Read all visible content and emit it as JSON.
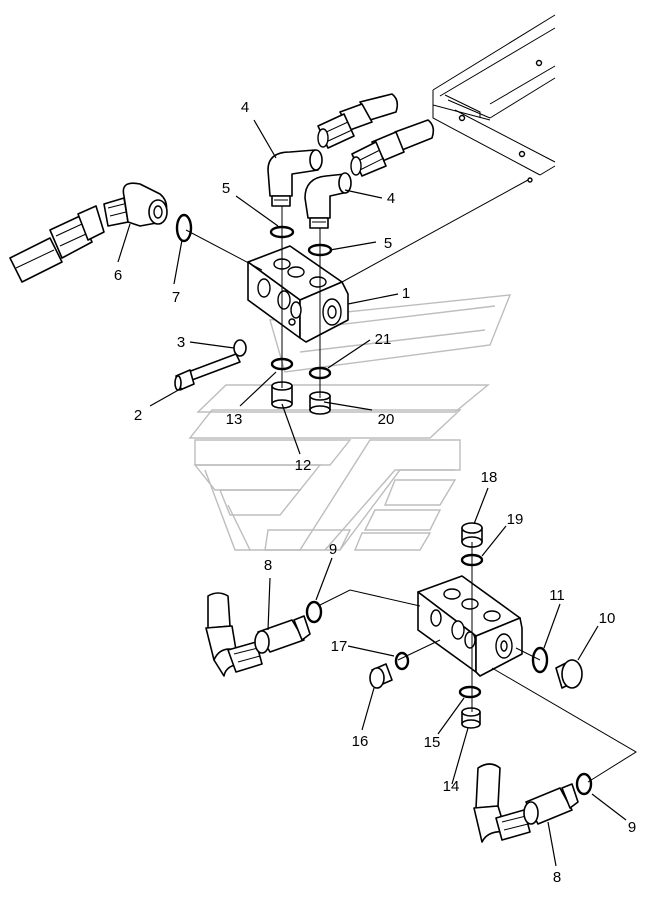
{
  "callouts": [
    {
      "id": "c4a",
      "text": "4"
    },
    {
      "id": "c4b",
      "text": "4"
    },
    {
      "id": "c5a",
      "text": "5"
    },
    {
      "id": "c5b",
      "text": "5"
    },
    {
      "id": "c6",
      "text": "6"
    },
    {
      "id": "c7",
      "text": "7"
    },
    {
      "id": "c1",
      "text": "1"
    },
    {
      "id": "c3",
      "text": "3"
    },
    {
      "id": "c21",
      "text": "21"
    },
    {
      "id": "c2",
      "text": "2"
    },
    {
      "id": "c13",
      "text": "13"
    },
    {
      "id": "c20",
      "text": "20"
    },
    {
      "id": "c12",
      "text": "12"
    },
    {
      "id": "c18",
      "text": "18"
    },
    {
      "id": "c19",
      "text": "19"
    },
    {
      "id": "c9a",
      "text": "9"
    },
    {
      "id": "c8a",
      "text": "8"
    },
    {
      "id": "c11",
      "text": "11"
    },
    {
      "id": "c10",
      "text": "10"
    },
    {
      "id": "c17",
      "text": "17"
    },
    {
      "id": "c16",
      "text": "16"
    },
    {
      "id": "c15",
      "text": "15"
    },
    {
      "id": "c14",
      "text": "14"
    },
    {
      "id": "c9b",
      "text": "9"
    },
    {
      "id": "c8b",
      "text": "8"
    }
  ]
}
